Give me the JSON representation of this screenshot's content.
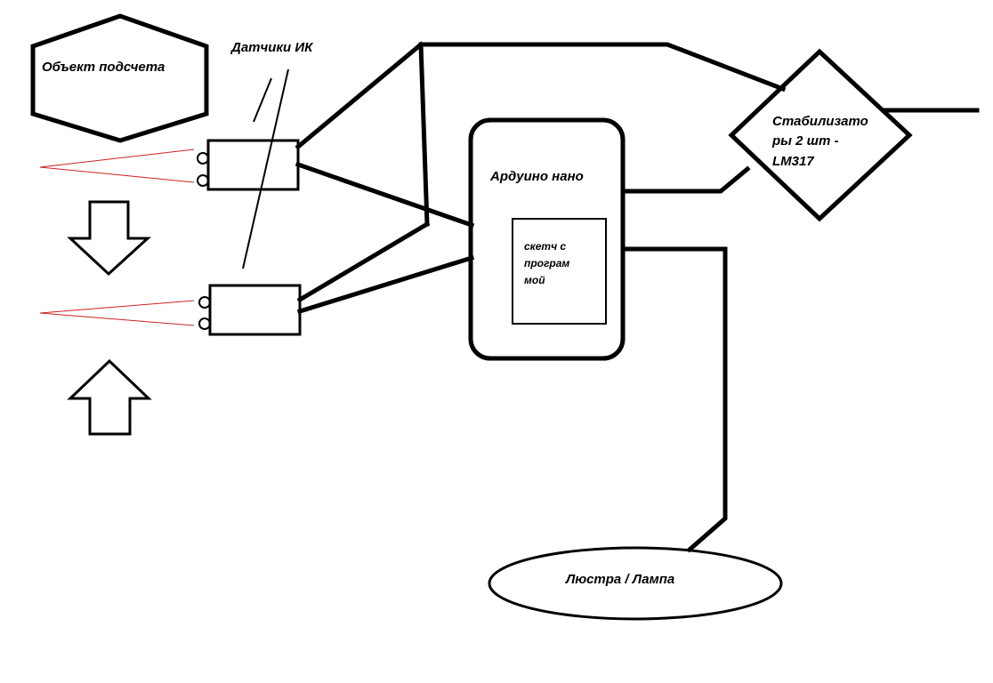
{
  "diagram": {
    "object_label": "Объект подсчета",
    "sensors_label": "Датчики ИК",
    "arduino_label": "Ардуино нано",
    "sketch_label_lines": [
      "скетч с",
      "програм",
      "мой"
    ],
    "stabilizer_label_lines": [
      "Стабилизато",
      "ры 2 шт -",
      "LM317"
    ],
    "lamp_label": "Люстра / Лампа"
  },
  "colors": {
    "line": "#000000",
    "ir_beam": "#cc2222",
    "background": "#ffffff"
  }
}
